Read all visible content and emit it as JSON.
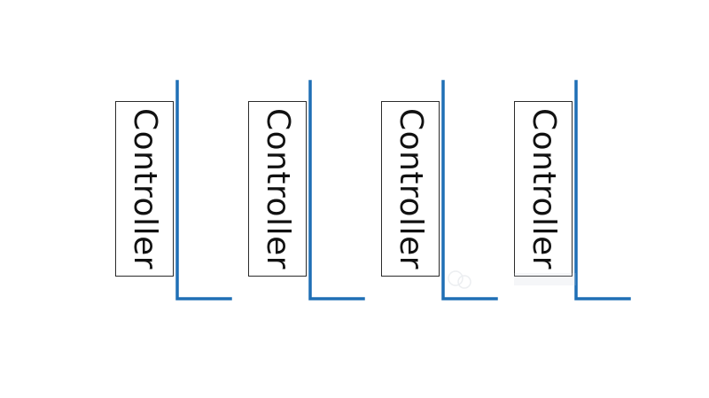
{
  "diagram": {
    "units": [
      {
        "label": "Controller"
      },
      {
        "label": "Controller"
      },
      {
        "label": "Controller"
      },
      {
        "label": "Controller"
      }
    ],
    "colors": {
      "bracket": "#1f6fb5",
      "box_border": "#2b2b2b",
      "text": "#111111",
      "background": "#ffffff"
    }
  }
}
